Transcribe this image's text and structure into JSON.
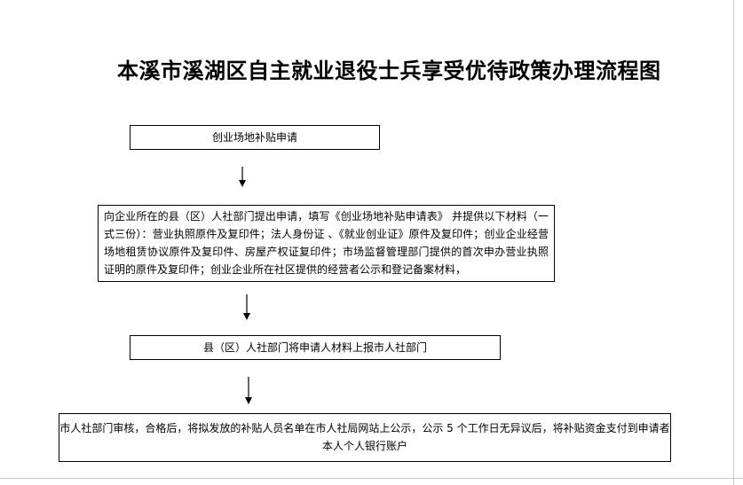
{
  "title": "本溪市溪湖区自主就业退役士兵享受优待政策办理流程图",
  "steps": [
    {
      "text": "创业场地补贴申请"
    },
    {
      "text": "向企业所在的县（区）人社部门提出申请，填写《创业场地补贴申请表》 并提供以下材料（一式三份）：营业执照原件及复印件；法人身份证 、《就业创业证》原件及复印件；创业企业经营场地租赁协议原件及复印件、房屋产权证复印件；市场监督管理部门提供的首次申办营业执照证明的原件及复印件；创业企业所在社区提供的经营者公示和登记备案材料，"
    },
    {
      "text": "县（区）人社部门将申请人材料上报市人社部门"
    },
    {
      "text": "市人社部门审核，合格后，将拟发放的补贴人员名单在市人社局网站上公示，公示 5 个工作日无异议后，将补贴资金支付到申请者本人个人银行账户"
    }
  ]
}
